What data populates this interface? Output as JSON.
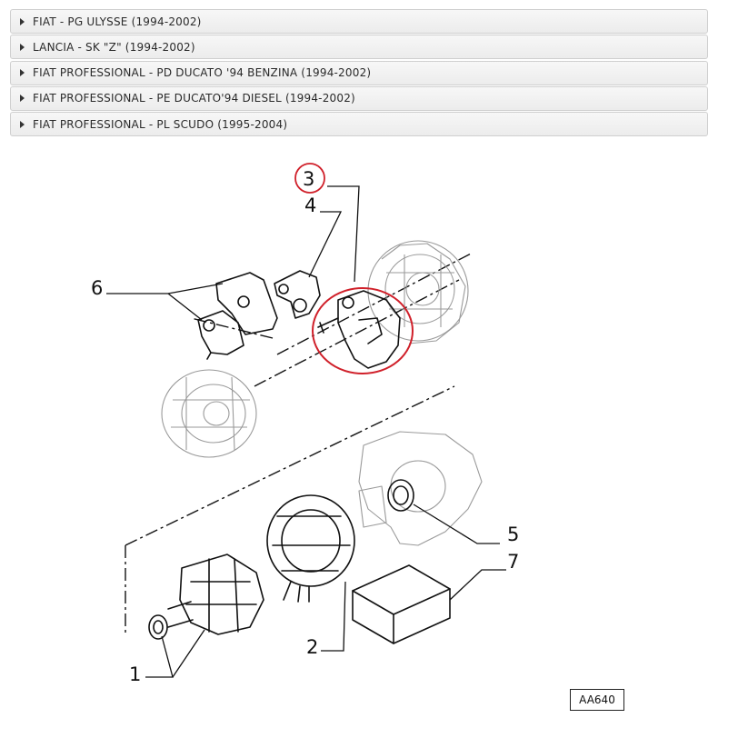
{
  "accordion": {
    "items": [
      {
        "label": "FIAT - PG ULYSSE (1994-2002)"
      },
      {
        "label": "LANCIA - SK \"Z\" (1994-2002)"
      },
      {
        "label": "FIAT PROFESSIONAL - PD DUCATO '94 BENZINA (1994-2002)"
      },
      {
        "label": "FIAT PROFESSIONAL - PE DUCATO'94 DIESEL (1994-2002)"
      },
      {
        "label": "FIAT PROFESSIONAL - PL SCUDO (1995-2004)"
      }
    ]
  },
  "diagram": {
    "callouts": [
      "1",
      "2",
      "3",
      "4",
      "5",
      "6",
      "7"
    ],
    "highlight_color": "#d0202a",
    "reference_code": "AA640"
  }
}
